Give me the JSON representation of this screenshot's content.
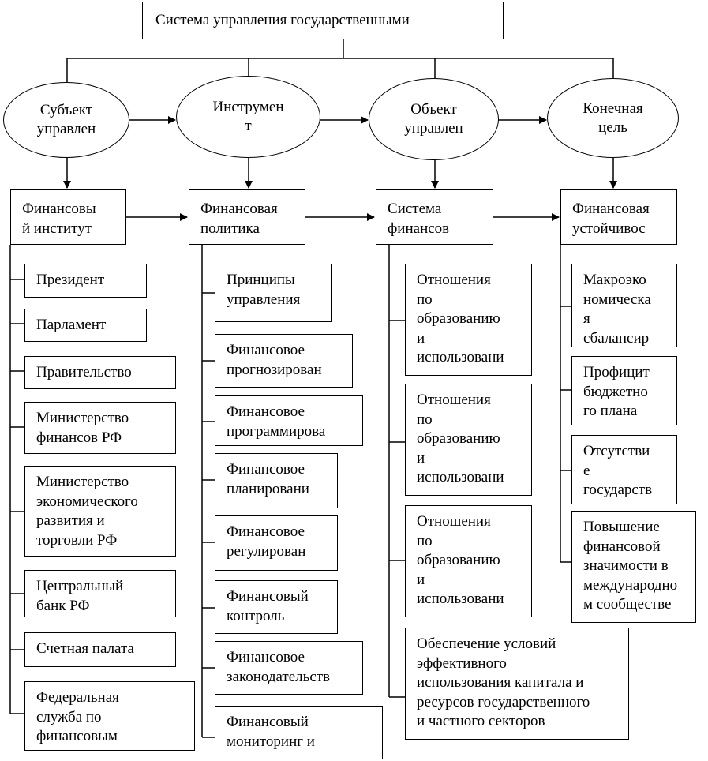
{
  "title": "Система управления государственными",
  "ellipses": [
    {
      "l1": "Субъект",
      "l2": "управлен"
    },
    {
      "l1": "Инструмен",
      "l2": "т"
    },
    {
      "l1": "Объект",
      "l2": "управлен"
    },
    {
      "l1": "Конечная",
      "l2": "цель"
    }
  ],
  "headers": [
    {
      "l1": "Финансовы",
      "l2": "й институт"
    },
    {
      "l1": "Финансовая",
      "l2": "политика"
    },
    {
      "l1": "Система",
      "l2": "финансов"
    },
    {
      "l1": "Финансовая",
      "l2": "устойчивос"
    }
  ],
  "col1": [
    {
      "l1": "Президент"
    },
    {
      "l1": "Парламент"
    },
    {
      "l1": "Правительство"
    },
    {
      "l1": "Министерство",
      "l2": "финансов РФ"
    },
    {
      "l1": "Министерство",
      "l2": "экономического",
      "l3": "развития и",
      "l4": "торговли РФ"
    },
    {
      "l1": "Центральный",
      "l2": "банк РФ"
    },
    {
      "l1": "Счетная палата"
    },
    {
      "l1": "Федеральная",
      "l2": "служба по",
      "l3": "финансовым"
    }
  ],
  "col2": [
    {
      "l1": "Принципы",
      "l2": "управления"
    },
    {
      "l1": "Финансовое",
      "l2": "прогнозирован"
    },
    {
      "l1": "Финансовое",
      "l2": "программирова"
    },
    {
      "l1": "Финансовое",
      "l2": "планировани"
    },
    {
      "l1": "Финансовое",
      "l2": "регулирован"
    },
    {
      "l1": "Финансовый",
      "l2": "контроль"
    },
    {
      "l1": "Финансовое",
      "l2": "законодательств"
    },
    {
      "l1": "Финансовый",
      "l2": "мониторинг и"
    }
  ],
  "col3": [
    {
      "l1": "Отношения",
      "l2": "по",
      "l3": "образованию",
      "l4": "и",
      "l5": "использовани"
    },
    {
      "l1": "Отношения",
      "l2": "по",
      "l3": "образованию",
      "l4": "и",
      "l5": "использовани"
    },
    {
      "l1": "Отношения",
      "l2": "по",
      "l3": "образованию",
      "l4": "и",
      "l5": "использовани"
    },
    {
      "l1": "Обеспечение условий",
      "l2": "эффективного",
      "l3": "использования капитала и",
      "l4": "ресурсов государственного",
      "l5": "и частного секторов"
    }
  ],
  "col4": [
    {
      "l1": "Макроэко",
      "l2": "номическа",
      "l3": "я",
      "l4": "сбалансир"
    },
    {
      "l1": "Профицит",
      "l2": "бюджетно",
      "l3": "го плана"
    },
    {
      "l1": "Отсутстви",
      "l2": "е",
      "l3": "государств"
    },
    {
      "l1": "Повышение",
      "l2": "финансовой",
      "l3": "значимости в",
      "l4": "международно",
      "l5": "м сообществе"
    }
  ]
}
